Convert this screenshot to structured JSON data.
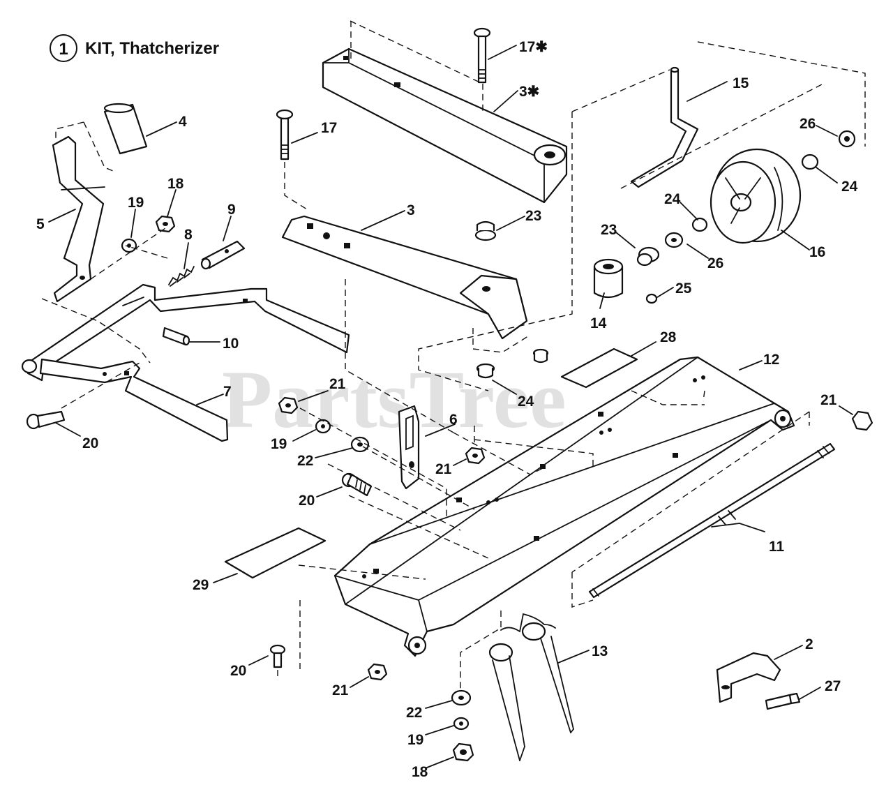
{
  "title": {
    "number": "1",
    "text": "KIT, Thatcherizer"
  },
  "watermark": "PartsTree",
  "labels": {
    "l2": "2",
    "l3a": "3",
    "l3b": "3✱",
    "l4": "4",
    "l5": "5",
    "l6": "6",
    "l7": "7",
    "l8": "8",
    "l9": "9",
    "l10": "10",
    "l11": "11",
    "l12": "12",
    "l13": "13",
    "l14": "14",
    "l15": "15",
    "l16": "16",
    "l17a": "17",
    "l17b": "17✱",
    "l18a": "18",
    "l18b": "18",
    "l19a": "19",
    "l19b": "19",
    "l19c": "19",
    "l20a": "20",
    "l20b": "20",
    "l20c": "20",
    "l21a": "21",
    "l21b": "21",
    "l21c": "21",
    "l21d": "21",
    "l22a": "22",
    "l22b": "22",
    "l23a": "23",
    "l23b": "23",
    "l24a": "24",
    "l24b": "24",
    "l24c": "24",
    "l25": "25",
    "l26a": "26",
    "l26b": "26",
    "l27": "27",
    "l28": "28",
    "l29": "29"
  }
}
